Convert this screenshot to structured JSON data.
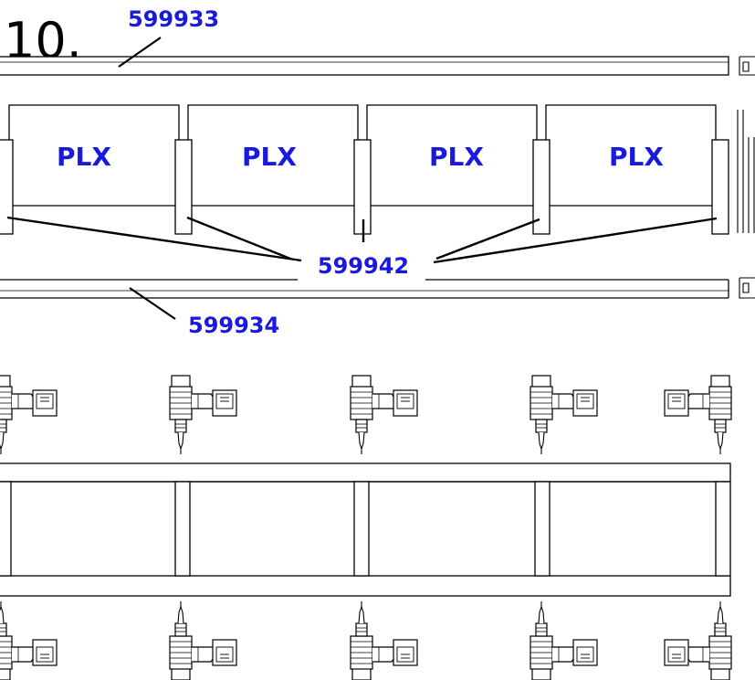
{
  "step": {
    "number": "10."
  },
  "parts": {
    "top_rail": "599933",
    "panel_label": "PLX",
    "divider": "599942",
    "bottom_rail": "599934"
  },
  "colors": {
    "label_blue": "#1a1adc",
    "line": "#000000",
    "background": "#ffffff"
  },
  "icons": {
    "tool": "cordless-drill-icon"
  }
}
